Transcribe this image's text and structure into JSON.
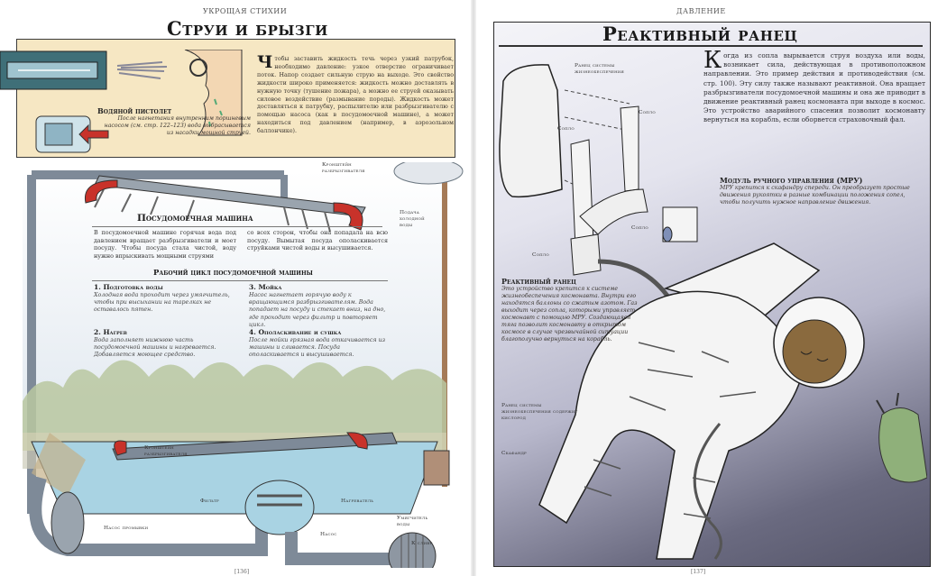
{
  "left_page": {
    "running_head": "Укрощая стихии",
    "title": "Струи и брызги",
    "page_number": "[136]",
    "water_pistol": {
      "title": "Водяной пистолет",
      "text": "После нагнетания внутренним поршневым насосом (см. стр. 122–123) вода выбрасывается из насадки мощной струей."
    },
    "intro": {
      "drop_cap": "Ч",
      "text": "тобы заставить жидкость течь через узкий патрубок, необходимо давление: узкое отверстие ограничивает поток. Напор создает сильную струю на выходе. Это свойство жидкости широко применяется: жидкость можно доставлять в нужную точку (тушение пожара), а можно ее струей оказывать силовое воздействие (размывание породы). Жидкость может доставляться к патрубку, распылителю или разбрызгивателю с помощью насоса (как в посудомоечной машине), а может находиться под давлением (например, в аэрозольном баллончике)."
    },
    "dishwasher": {
      "heading": "Посудомоечная машина",
      "col1": "В посудомоечной машине горячая вода под давлением вращает разбрызгиватели и моет посуду. Чтобы посуда стала чистой, воду нужно впрыскивать мощными струями",
      "col2": "со всех сторон, чтобы она попадала на всю посуду. Вымытая посуда ополаскивается струйками чистой воды и высушивается."
    },
    "cycle": {
      "heading": "Рабочий цикл посудомоечной машины",
      "steps": [
        {
          "title": "1. Подготовка воды",
          "text": "Холодная вода проходит через умягчитель, чтобы при высыхании на тарелках не оставалось пятен."
        },
        {
          "title": "2. Нагрев",
          "text": "Вода заполняет нижнюю часть посудомоечной машины и нагревается. Добавляется моющее средство."
        },
        {
          "title": "3. Мойка",
          "text": "Насос нагнетает горячую воду к вращающимся разбрызгивателям. Вода попадает на посуду и стекает вниз, на дно, где проходит через фильтр и повторяет цикл."
        },
        {
          "title": "4. Ополаскивание и сушка",
          "text": "После мойки грязная вода откачивается из машины и сливается. Посуда ополаскивается и высушивается."
        }
      ]
    },
    "labels": {
      "sprinkler_bracket_top": "Кронштейн разбрызгивателя",
      "cold_water": "Подача холодной воды",
      "sprinkler_bracket_bottom": "Кронштейн разбрызгивателя",
      "filter": "Фильтр",
      "heater": "Нагреватель",
      "wash_pump": "Насос промывки",
      "pump": "Насос",
      "softener": "Умягчитель воды",
      "to_drain": "К сливу"
    }
  },
  "right_page": {
    "running_head": "Давление",
    "title": "Реактивный ранец",
    "page_number": "[137]",
    "intro": {
      "drop_cap": "К",
      "text": "огда из сопла вырывается струя воздуха или воды, возникает сила, действующая в противоположном направлении. Это пример действия и противодействия (см. стр. 100). Эту силу также называют реактивной. Она вращает разбрызгиватели посудомоечной машины и она же приводит в движение реактивный ранец космонавта при выходе в космос. Это устройство аварийного спасения позволит космонавту вернуться на корабль, если оборвется страховочный фал."
    },
    "mru": {
      "title": "Модуль ручного управления (МРУ)",
      "text": "МРУ крепится к скафандру спереди. Он преобразует простые движения рукоятки в разные комбинации положения сопел, чтобы получить нужное направление движения."
    },
    "jetpack": {
      "title": "Реактивный ранец",
      "text": "Это устройство крепится к системе жизнеобеспечения космонавта. Внутри его находятся баллоны со сжатым азотом. Газ выходит через сопла, которыми управляет космонавт с помощью МРУ. Создающаяся тяга позволит космонавту в открытом космосе в случае чрезвычайной ситуации благополучно вернуться на корабль."
    },
    "labels": {
      "life_support": "Ранец системы жизнеобеспечения",
      "nozzle": "Сопло",
      "life_support_oxygen": "Ранец системы жизнеобеспечения содержит кислород",
      "suit": "Скафандр"
    }
  },
  "colors": {
    "parchment": "#f6e7c3",
    "water": "#a9d3e3",
    "pipe": "#7e8a98",
    "arrow_red": "#c8322a",
    "space_dark": "#5a5a70",
    "alien_green": "#8fb07a"
  }
}
